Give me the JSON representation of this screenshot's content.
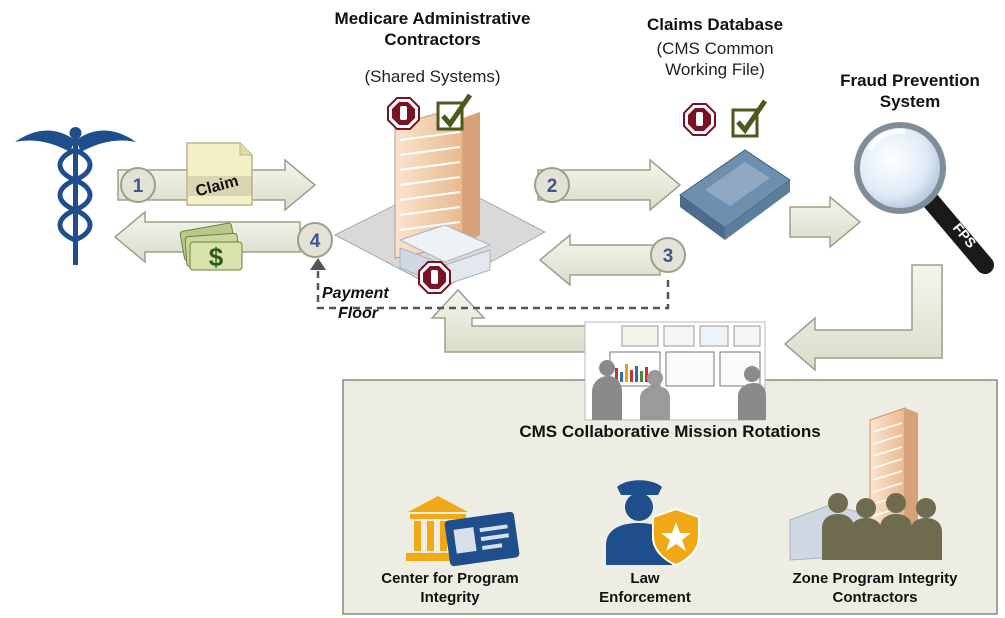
{
  "mac": {
    "title_line1": "Medicare Administrative",
    "title_line2": "Contractors",
    "subtitle": "(Shared Systems)"
  },
  "claims_db": {
    "title": "Claims Database",
    "subtitle_line1": "(CMS Common",
    "subtitle_line2": "Working File)"
  },
  "fps": {
    "title_line1": "Fraud Prevention",
    "title_line2": "System",
    "lens_label": "FPS"
  },
  "claim_doc": {
    "label": "Claim"
  },
  "payment_floor": {
    "line1": "Payment",
    "line2": "Floor"
  },
  "steps": [
    "1",
    "2",
    "3",
    "4"
  ],
  "money_symbol": "$",
  "rotations": {
    "title": "CMS Collaborative Mission Rotations",
    "groups": [
      {
        "line1": "Center for Program",
        "line2": "Integrity"
      },
      {
        "line1": "Law",
        "line2": "Enforcement"
      },
      {
        "line1": "Zone Program Integrity",
        "line2": "Contractors"
      }
    ]
  },
  "colors": {
    "arrow_fill": "#e9ece0",
    "arrow_stroke": "#9aa08a",
    "panel_fill": "#eeede3",
    "step_fill": "#e3e2d4",
    "step_text": "#3a5a8c",
    "stop_red": "#7a1226",
    "check_green": "#4a5a1c",
    "blue_icon": "#1f4e8c",
    "gold_icon": "#e8a317"
  }
}
